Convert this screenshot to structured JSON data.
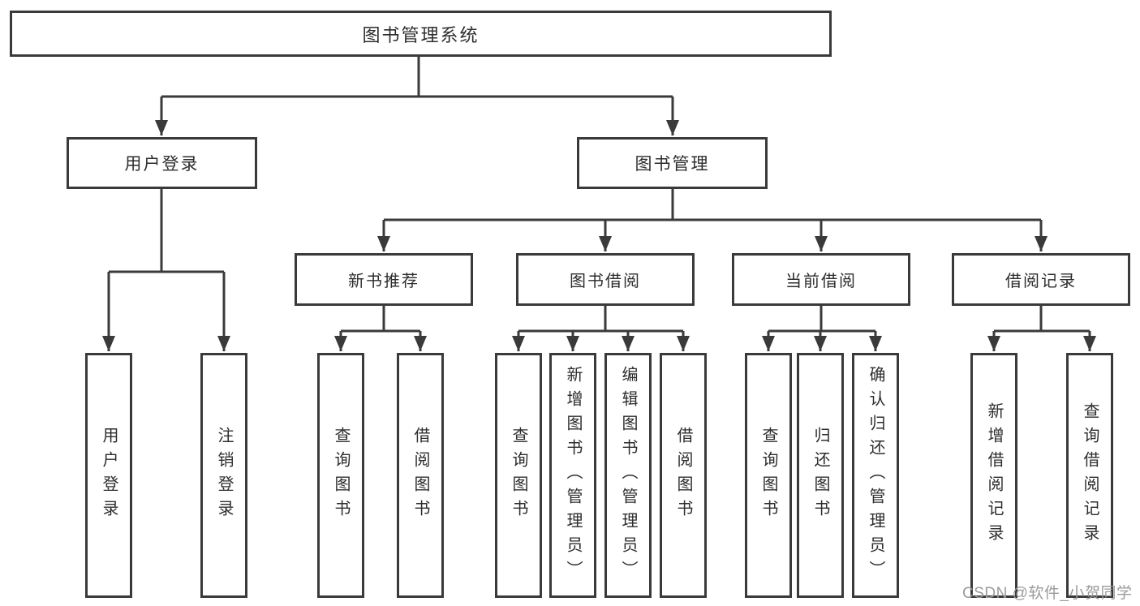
{
  "tree": {
    "root": {
      "label": "图书管理系统"
    },
    "branches": [
      {
        "label": "用户登录",
        "children": [
          {
            "label": "用户登录"
          },
          {
            "label": "注销登录"
          }
        ]
      },
      {
        "label": "图书管理",
        "children": [
          {
            "label": "新书推荐",
            "children": [
              {
                "label": "查询图书"
              },
              {
                "label": "借阅图书"
              }
            ]
          },
          {
            "label": "图书借阅",
            "children": [
              {
                "label": "查询图书"
              },
              {
                "label": "新增图书（管理员）"
              },
              {
                "label": "编辑图书（管理员）"
              },
              {
                "label": "借阅图书"
              }
            ]
          },
          {
            "label": "当前借阅",
            "children": [
              {
                "label": "查询图书"
              },
              {
                "label": "归还图书"
              },
              {
                "label": "确认归还（管理员）"
              }
            ]
          },
          {
            "label": "借阅记录",
            "children": [
              {
                "label": "新增借阅记录"
              },
              {
                "label": "查询借阅记录"
              }
            ]
          }
        ]
      }
    ]
  },
  "watermark": "CSDN @软件_小贺同学",
  "colors": {
    "line": "#3a3a3a",
    "box_border": "#3a3a3a",
    "text": "#2d2d2d",
    "watermark_text": "#9b9b9b",
    "background": "#ffffff"
  }
}
